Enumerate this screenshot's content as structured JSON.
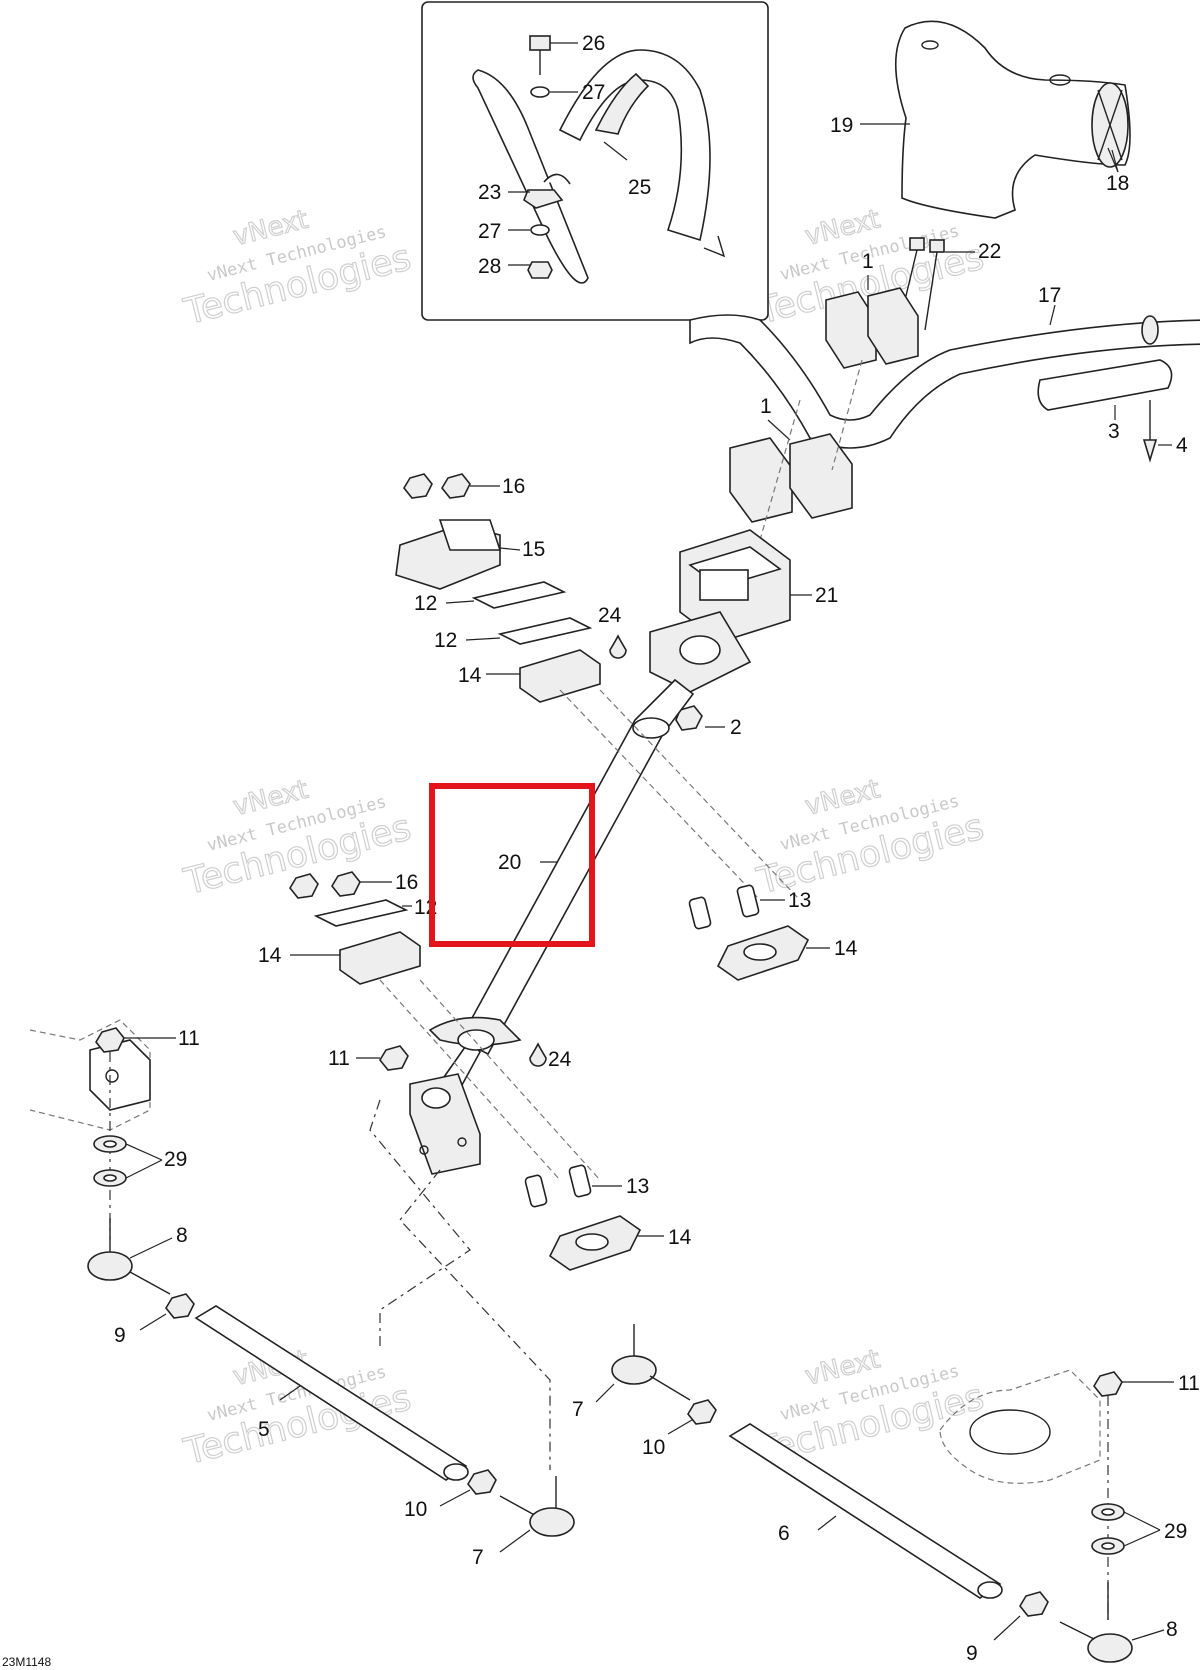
{
  "diagram_code": "23M1148",
  "watermark": {
    "line1": "vNext Technologies",
    "line2": "Technologies",
    "line3": "vNext"
  },
  "highlight": {
    "color": "#e3141b",
    "part": "20"
  },
  "callouts": {
    "c1a": "1",
    "c1b": "1",
    "c2": "2",
    "c3": "3",
    "c4": "4",
    "c5": "5",
    "c6": "6",
    "c7a": "7",
    "c7b": "7",
    "c8a": "8",
    "c8b": "8",
    "c9a": "9",
    "c9b": "9",
    "c10a": "10",
    "c10b": "10",
    "c11a": "11",
    "c11b": "11",
    "c11c": "11",
    "c12a": "12",
    "c12b": "12",
    "c12c": "12",
    "c13a": "13",
    "c13b": "13",
    "c14a": "14",
    "c14b": "14",
    "c14c": "14",
    "c14d": "14",
    "c15": "15",
    "c16a": "16",
    "c16b": "16",
    "c17": "17",
    "c18": "18",
    "c19": "19",
    "c20": "20",
    "c21": "21",
    "c22": "22",
    "c23": "23",
    "c24a": "24",
    "c24b": "24",
    "c25": "25",
    "c26": "26",
    "c27a": "27",
    "c27b": "27",
    "c28": "28",
    "c29a": "29",
    "c29b": "29"
  }
}
